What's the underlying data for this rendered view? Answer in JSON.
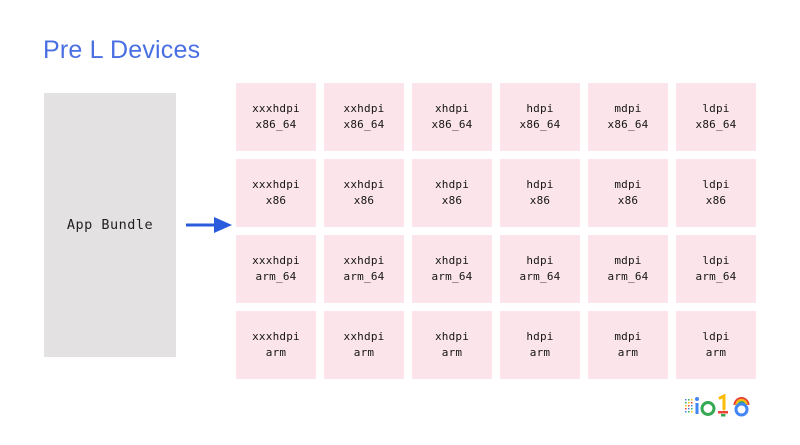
{
  "slide": {
    "title": "Pre L Devices",
    "title_color": "#4a6fe3",
    "background_color": "#ffffff"
  },
  "source": {
    "label": "App Bundle",
    "box_color": "#e3e1e1"
  },
  "arrow": {
    "name": "right-arrow",
    "color": "#2b5bdd"
  },
  "grid": {
    "cell_color": "#fbe4ea",
    "columns": 6,
    "rows": 4,
    "densities": [
      "xxxhdpi",
      "xxhdpi",
      "xhdpi",
      "hdpi",
      "mdpi",
      "ldpi"
    ],
    "abis": [
      "x86_64",
      "x86",
      "arm_64",
      "arm"
    ],
    "cells": [
      {
        "density": "xxxhdpi",
        "abi": "x86_64"
      },
      {
        "density": "xxhdpi",
        "abi": "x86_64"
      },
      {
        "density": "xhdpi",
        "abi": "x86_64"
      },
      {
        "density": "hdpi",
        "abi": "x86_64"
      },
      {
        "density": "mdpi",
        "abi": "x86_64"
      },
      {
        "density": "ldpi",
        "abi": "x86_64"
      },
      {
        "density": "xxxhdpi",
        "abi": "x86"
      },
      {
        "density": "xxhdpi",
        "abi": "x86"
      },
      {
        "density": "xhdpi",
        "abi": "x86"
      },
      {
        "density": "hdpi",
        "abi": "x86"
      },
      {
        "density": "mdpi",
        "abi": "x86"
      },
      {
        "density": "ldpi",
        "abi": "x86"
      },
      {
        "density": "xxxhdpi",
        "abi": "arm_64"
      },
      {
        "density": "xxhdpi",
        "abi": "arm_64"
      },
      {
        "density": "xhdpi",
        "abi": "arm_64"
      },
      {
        "density": "hdpi",
        "abi": "arm_64"
      },
      {
        "density": "mdpi",
        "abi": "arm_64"
      },
      {
        "density": "ldpi",
        "abi": "arm_64"
      },
      {
        "density": "xxxhdpi",
        "abi": "arm"
      },
      {
        "density": "xxhdpi",
        "abi": "arm"
      },
      {
        "density": "xhdpi",
        "abi": "arm"
      },
      {
        "density": "hdpi",
        "abi": "arm"
      },
      {
        "density": "mdpi",
        "abi": "arm"
      },
      {
        "density": "ldpi",
        "abi": "arm"
      }
    ]
  },
  "logo": {
    "name": "google-io-logo",
    "text": "#io18",
    "colors": {
      "blue": "#4285f4",
      "red": "#ea4335",
      "yellow": "#fbbc05",
      "green": "#34a853"
    }
  }
}
